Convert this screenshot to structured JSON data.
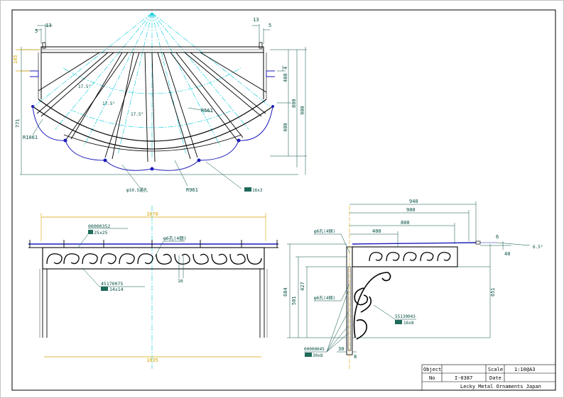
{
  "drawing": {
    "top_view": {
      "dims": {
        "d13_left": "13",
        "d5_left": "5",
        "d13_right": "13",
        "d5_right": "5",
        "d105": "105",
        "d771": "771",
        "d400a": "400",
        "d800": "800",
        "d900": "900",
        "d400b": "400",
        "r561": "R561",
        "r1061": "R1061",
        "r961": "R961",
        "hole": "φ10.5通孔",
        "bar": "16x3"
      },
      "angles": [
        "17.5°",
        "17.5°",
        "17.5°"
      ],
      "small_dim": "4"
    },
    "front_view": {
      "dims": {
        "width_top": "1670",
        "width_bottom": "1635",
        "d16": "16"
      },
      "labels": {
        "part_a_code": "00000352",
        "part_a_size": "25x25",
        "hole": "φ6孔(4個)",
        "part_b_code": "45170075",
        "part_b_size": "14x14"
      }
    },
    "side_view": {
      "dims": {
        "d940": "940",
        "d900": "900",
        "d800": "800",
        "d400": "400",
        "d6": "6",
        "d40": "40",
        "angle": "6.5°",
        "d684": "684",
        "d501": "501",
        "d427": "427",
        "d651": "651",
        "d30": "30",
        "d8": "8"
      },
      "labels": {
        "hole_top": "φ6孔(4個)",
        "hole_mid": "φ6孔(4個)",
        "part_c_code": "55130043",
        "part_c_size": "16x8",
        "part_d_code": "00000045",
        "part_d_size": "30x8"
      }
    },
    "title_block": {
      "object_label": "Object",
      "object_value": "",
      "scale_label": "Scale",
      "scale_value": "1:10@A3",
      "no_label": "No",
      "no_value": "I-0387",
      "date_label": "Date",
      "date_value": "",
      "company": "Lecky Metal Ornaments Japan"
    },
    "colors": {
      "line": "#000000",
      "dim": "#004d40",
      "blue": "#1a1ab8",
      "cyan": "#00c8d8",
      "yellow": "#d9a300",
      "tag": "#1f6b5a"
    }
  }
}
